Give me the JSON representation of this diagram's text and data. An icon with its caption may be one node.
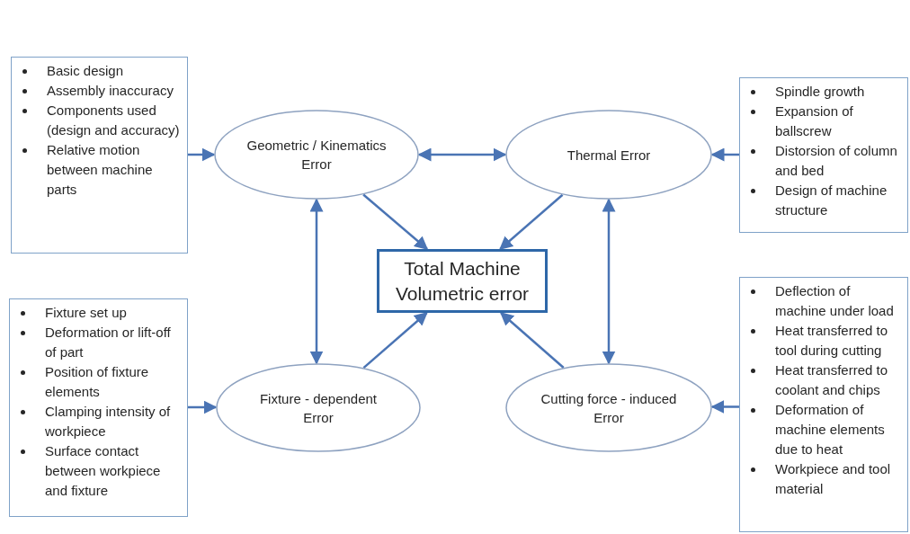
{
  "diagram": {
    "nodes": [
      {
        "text": [
          "Basic design",
          "Assembly inaccuracy",
          "Components used (design and accuracy)",
          "Relative motion between machine parts"
        ]
      },
      {
        "text": [
          "Geometric / Kinematics Error"
        ]
      },
      {
        "text": [
          "Thermal Error"
        ]
      },
      {
        "text": [
          "Spindle growth",
          "Expansion of ballscrew",
          "Distorsion of column and bed",
          "Design of machine structure"
        ]
      },
      {
        "text": [
          "Total Machine Volumetric error"
        ]
      },
      {
        "text": [
          "Fixture set up",
          "Deformation or lift-off of part",
          "Position of fixture elements",
          "Clamping intensity of workpiece",
          "Surface contact between workpiece and fixture"
        ]
      },
      {
        "text": [
          "Fixture - dependent Error"
        ]
      },
      {
        "text": [
          "Cutting force - induced Error"
        ]
      },
      {
        "text": [
          "Deflection of machine under load",
          "Heat transferred to tool during cutting",
          "Heat transferred to coolant and chips",
          "Deformation of machine elements due to heat",
          "Workpiece and tool material"
        ]
      }
    ],
    "edges": [
      {
        "from": 0,
        "to": 1,
        "arrow": "to"
      },
      {
        "from": 1,
        "to": 2,
        "arrow": "both"
      },
      {
        "from": 3,
        "to": 2,
        "arrow": "to"
      },
      {
        "from": 1,
        "to": 4,
        "arrow": "to"
      },
      {
        "from": 2,
        "to": 4,
        "arrow": "to"
      },
      {
        "from": 1,
        "to": 6,
        "arrow": "both"
      },
      {
        "from": 2,
        "to": 7,
        "arrow": "both"
      },
      {
        "from": 6,
        "to": 4,
        "arrow": "to"
      },
      {
        "from": 7,
        "to": 4,
        "arrow": "to"
      },
      {
        "from": 5,
        "to": 6,
        "arrow": "to"
      },
      {
        "from": 8,
        "to": 7,
        "arrow": "to"
      }
    ]
  }
}
